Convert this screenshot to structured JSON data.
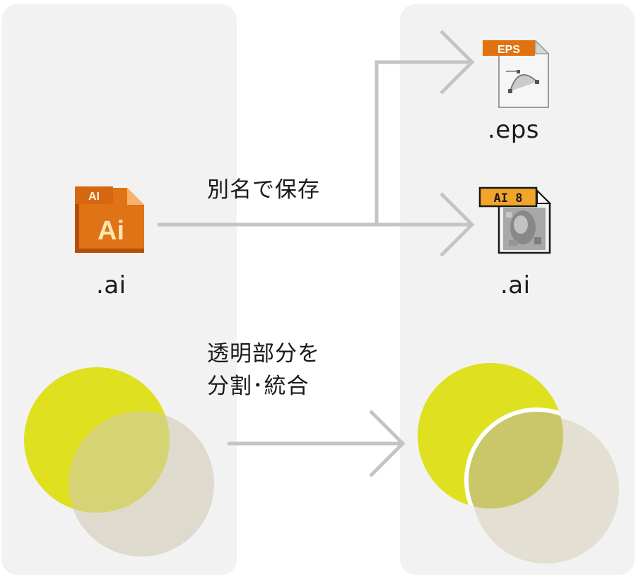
{
  "colors": {
    "panel": "#f2f2f2",
    "arrow": "#c4c4c4",
    "yellow_circle": "#dfe01f",
    "beige_circle": "#e3dfd3",
    "overlap": "#c9c76a",
    "ai_icon": "#d86a11",
    "ai_icon_text": "#ffe7b0",
    "eps_tag": "#e0720f"
  },
  "left": {
    "file_icon": "illustrator-file-icon",
    "file_icon_badge": "AI",
    "file_icon_letters": "Ai",
    "file_ext": ".ai"
  },
  "right": {
    "eps_icon": "eps-file-icon",
    "eps_tag": "EPS",
    "eps_ext": ".eps",
    "ai8_icon": "illustrator-8-file-icon",
    "ai8_tag": "AI 8",
    "ai8_ext": ".ai"
  },
  "steps": {
    "save_as": "別名で保存",
    "flatten_line1": "透明部分を",
    "flatten_line2": "分割･統合"
  }
}
